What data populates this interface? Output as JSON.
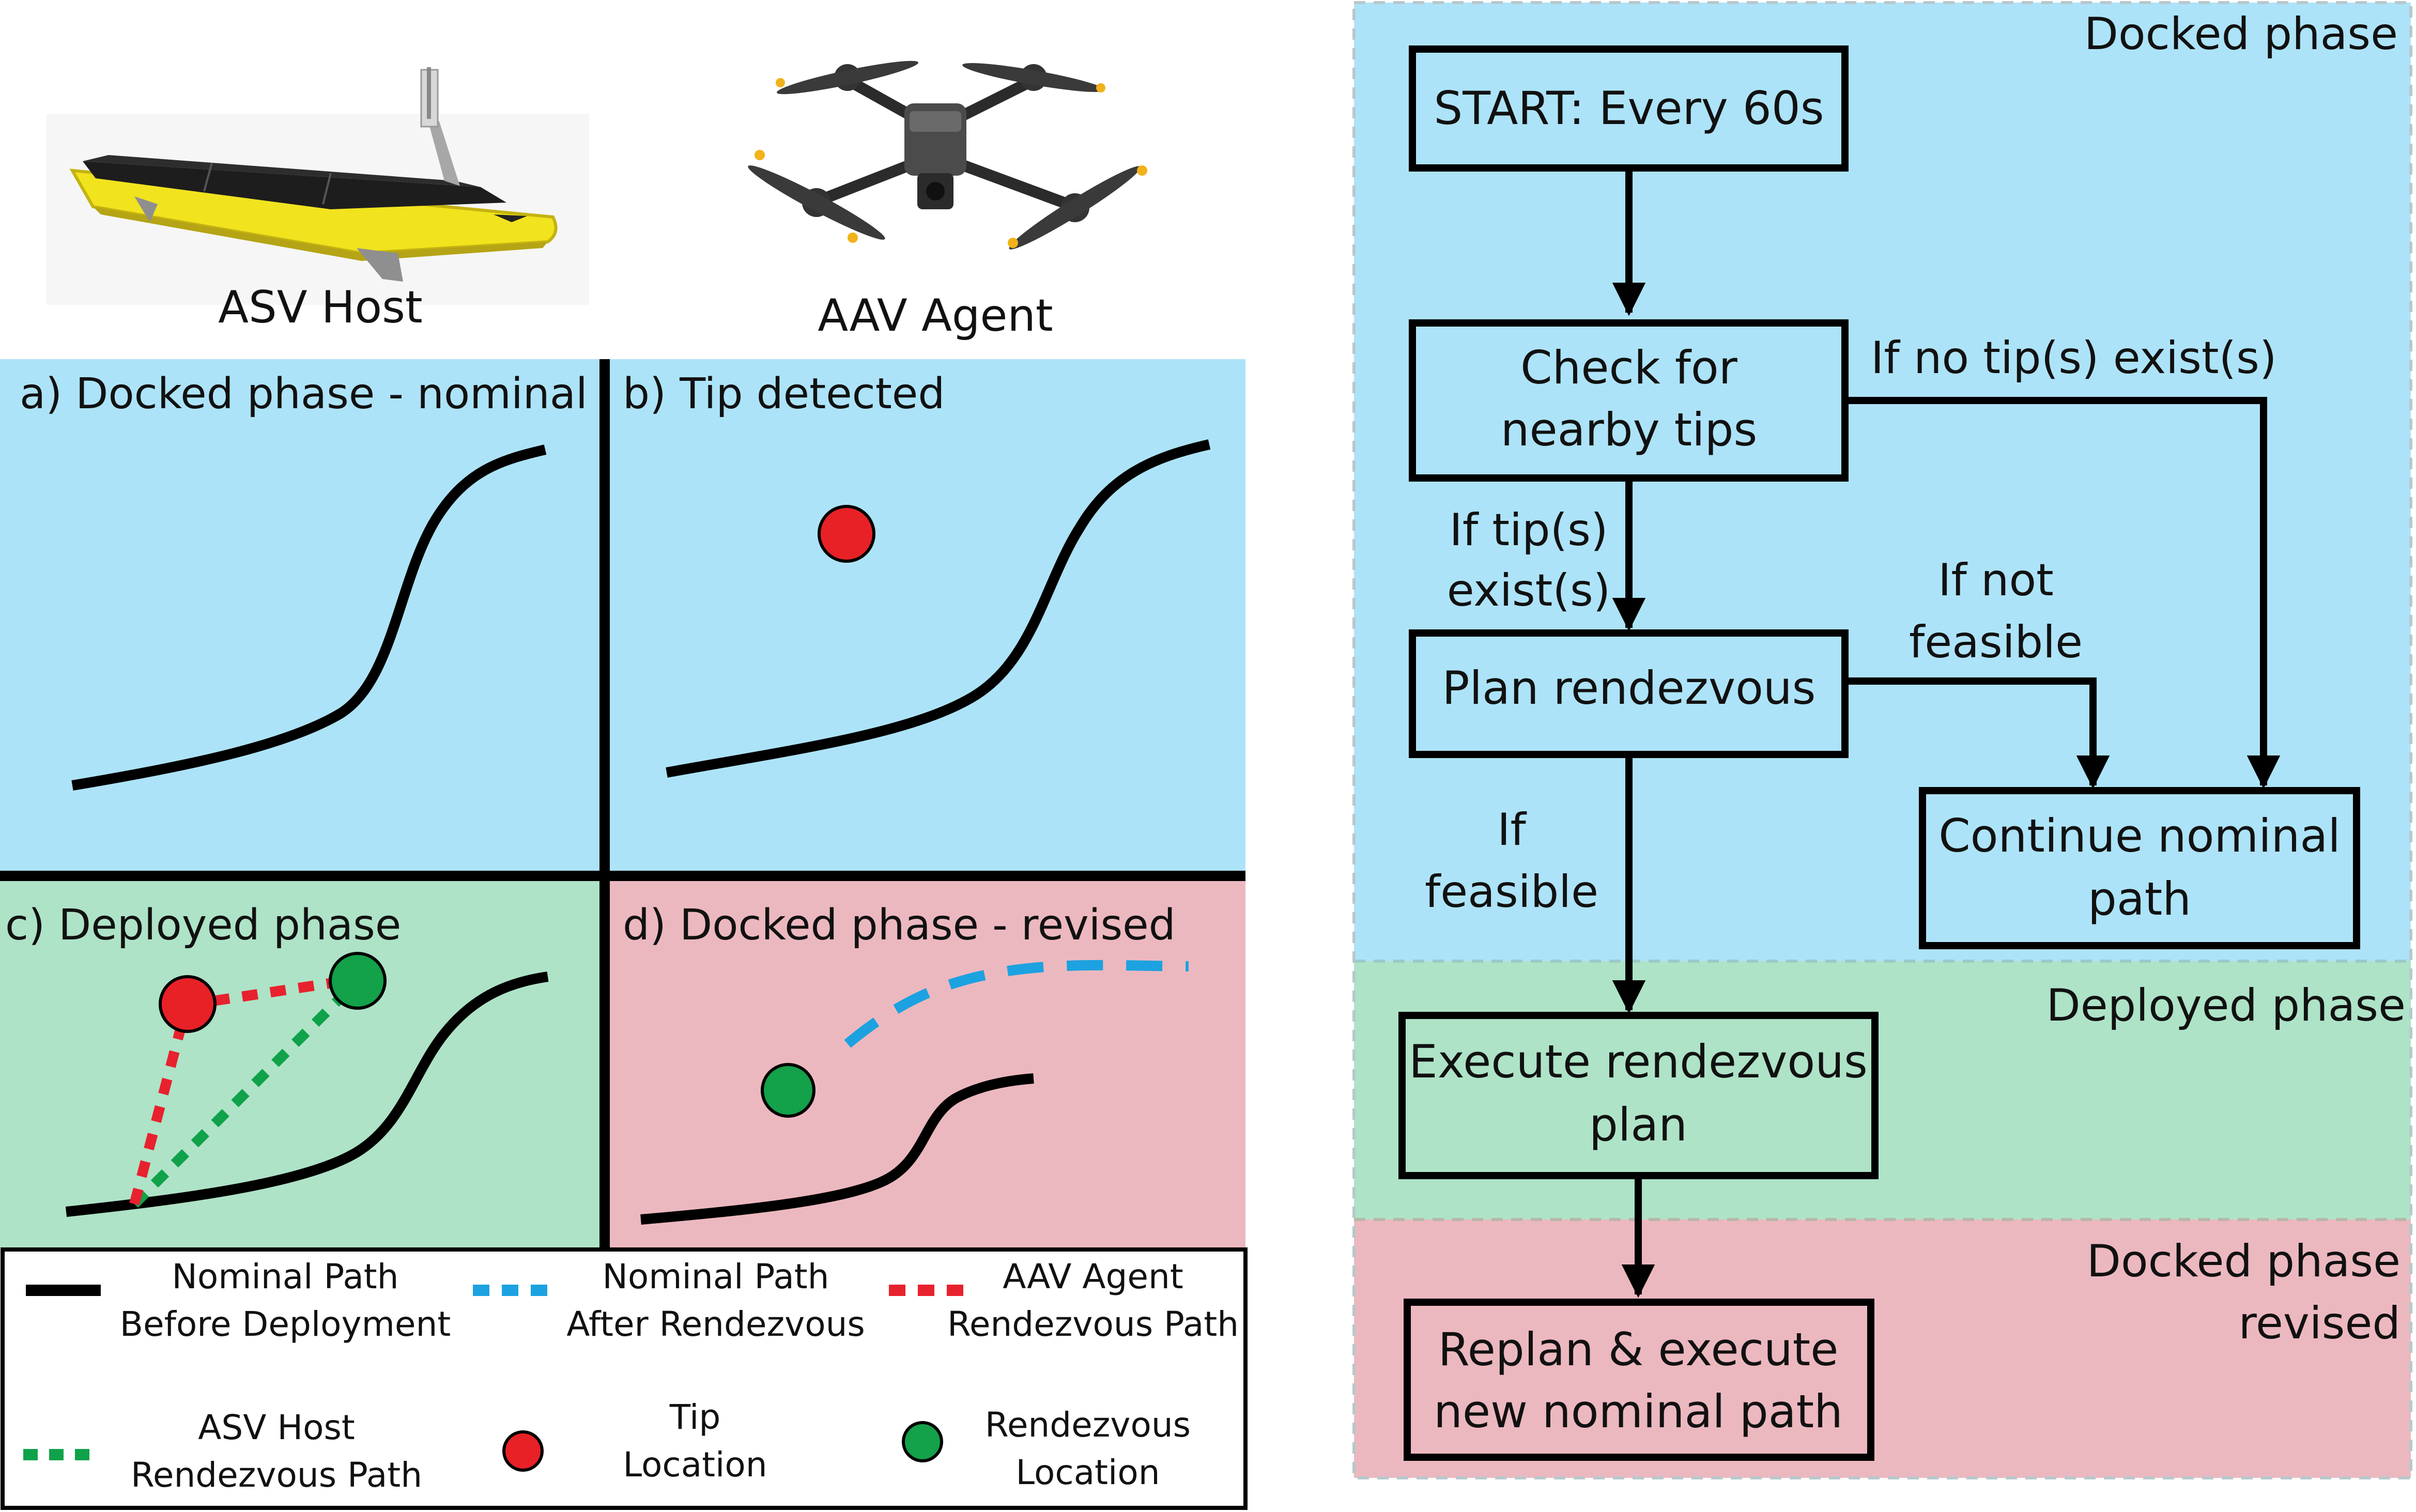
{
  "colors": {
    "docked": "#ade3f8",
    "deployed": "#aee3c7",
    "revised": "#ecb8bf",
    "tip": "#e82127",
    "rendezvous": "#13a14a",
    "after_path": "#1ca2e0",
    "aav_path": "#e8212e",
    "asv_path": "#0fa24a",
    "line": "#000000"
  },
  "header": {
    "asv_label": "ASV Host",
    "aav_label": "AAV Agent",
    "asv_image": "asv-boat-illustration",
    "aav_image": "quadcopter-drone-illustration"
  },
  "panels": {
    "a": "a) Docked phase - nominal",
    "b": "b) Tip detected",
    "c": "c) Deployed phase",
    "d": "d) Docked phase - revised"
  },
  "legend": {
    "nominal_before": [
      "Nominal Path",
      "Before Deployment"
    ],
    "nominal_after": [
      "Nominal Path",
      "After Rendezvous"
    ],
    "aav_path": [
      "AAV Agent",
      "Rendezvous Path"
    ],
    "asv_path": [
      "ASV Host",
      "Rendezvous Path"
    ],
    "tip": [
      "Tip",
      "Location"
    ],
    "rendezvous": [
      "Rendezvous",
      "Location"
    ]
  },
  "flow": {
    "phases": {
      "docked": "Docked phase",
      "deployed": "Deployed phase",
      "revised": [
        "Docked phase",
        "revised"
      ]
    },
    "boxes": {
      "start": "START: Every 60s",
      "check": [
        "Check for",
        "nearby tips"
      ],
      "plan": "Plan rendezvous",
      "continue": [
        "Continue nominal",
        "path"
      ],
      "execute": [
        "Execute rendezvous",
        "plan"
      ],
      "replan": [
        "Replan & execute",
        "new nominal path"
      ]
    },
    "edges": {
      "no_tip": "If no tip(s) exist(s)",
      "tip_exists": [
        "If tip(s)",
        "exist(s)"
      ],
      "not_feasible": [
        "If not",
        "feasible"
      ],
      "feasible": [
        "If",
        "feasible"
      ]
    }
  }
}
